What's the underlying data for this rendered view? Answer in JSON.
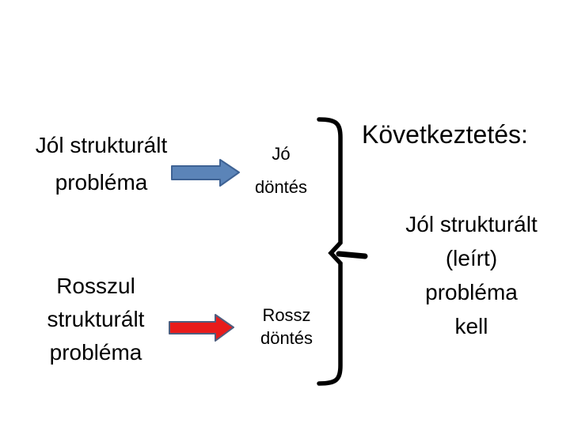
{
  "slide": {
    "left_flow": {
      "well_structured_problem": {
        "line1": "Jól strukturált",
        "line2": "probléma"
      },
      "good_decision": {
        "line1": "Jó",
        "line2": "döntés"
      },
      "poorly_structured_problem": {
        "line1": "Rosszul",
        "line2": "strukturált",
        "line3": "probléma"
      },
      "bad_decision": {
        "line1": "Rossz",
        "line2": "döntés"
      }
    },
    "conclusion": {
      "heading": "Következtetés:",
      "body": {
        "line1": "Jól strukturált",
        "line2": "(leírt)",
        "line3": "probléma",
        "line4": "kell"
      }
    }
  },
  "colors": {
    "background": "#ffffff",
    "text": "#000000",
    "good_arrow_fill": "#5b84b8",
    "good_arrow_stroke": "#3e6294",
    "bad_arrow_fill": "#e81b1b",
    "bad_arrow_stroke": "#4f5e7f",
    "brace": "#000000"
  },
  "icons": {
    "good_decision_arrow": "right-arrow",
    "bad_decision_arrow": "right-arrow",
    "grouping_brace": "right-curly-brace"
  }
}
